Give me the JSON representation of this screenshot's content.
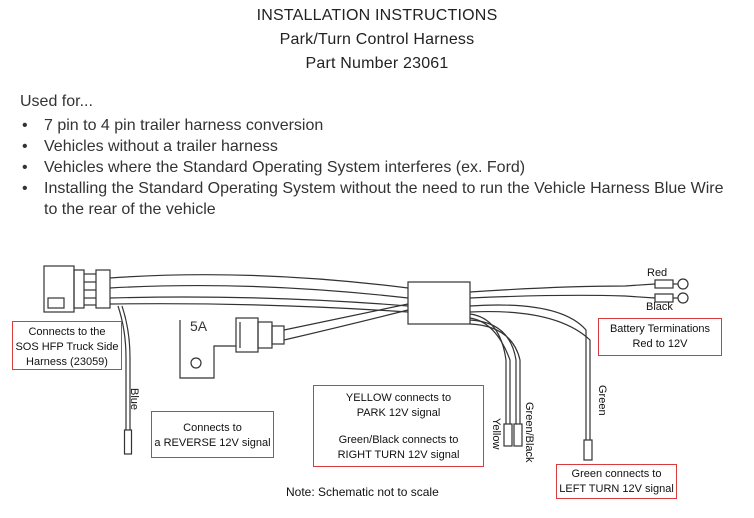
{
  "header": {
    "line1": "INSTALLATION INSTRUCTIONS",
    "line2": "Park/Turn Control Harness",
    "line3": "Part Number 23061"
  },
  "used_for": {
    "heading": "Used for...",
    "items": [
      "7 pin to 4 pin trailer harness conversion",
      "Vehicles without a trailer harness",
      "Vehicles where the Standard Operating System interferes (ex. Ford)",
      "Installing the Standard Operating System without the need to run the Vehicle Harness Blue Wire to the rear of the vehicle"
    ]
  },
  "diagram": {
    "fuse_label": "5A",
    "wire_labels": {
      "red": "Red",
      "black": "Black",
      "blue": "Blue",
      "yellow": "Yellow",
      "green_black": "Green/Black",
      "green": "Green"
    },
    "callouts": {
      "sos_harness": [
        "Connects to the",
        "SOS HFP Truck Side",
        "Harness (23059)"
      ],
      "reverse": [
        "Connects to",
        "a REVERSE 12V signal"
      ],
      "park_turn": [
        "YELLOW connects to",
        "PARK 12V signal",
        "",
        "Green/Black connects to",
        "RIGHT TURN 12V signal"
      ],
      "battery": [
        "Battery Terminations",
        "Red to 12V"
      ],
      "left_turn": [
        "Green connects to",
        "LEFT TURN 12V signal"
      ]
    },
    "note": "Note: Schematic not to scale",
    "colors": {
      "callout_border": "#d93a3a",
      "line": "#333333"
    }
  }
}
